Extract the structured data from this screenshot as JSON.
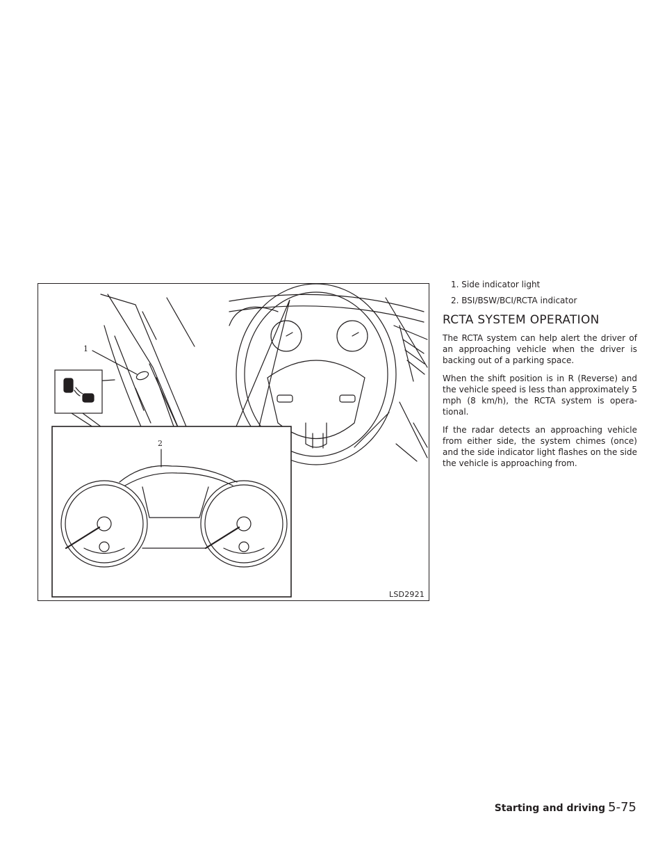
{
  "figure": {
    "code": "LSD2921",
    "callout_1": "1",
    "callout_2": "2"
  },
  "legend": [
    "1. Side indicator light",
    "2. BSI/BSW/BCI/RCTA indicator"
  ],
  "section": {
    "heading": "RCTA SYSTEM OPERATION",
    "paragraphs": [
      "The RCTA system can help alert the driver of an approaching vehicle when the driver is backing out of a parking space.",
      "When the shift position is in R (Reverse) and the vehicle speed is less than approximately 5 mph (8 km/h), the RCTA system is opera-tional.",
      "If the radar detects an approaching vehicle from either side, the system chimes (once) and the side indicator light flashes on the side the vehicle is approaching from."
    ]
  },
  "footer": {
    "section_name": "Starting and driving",
    "page_number": "5-75"
  }
}
